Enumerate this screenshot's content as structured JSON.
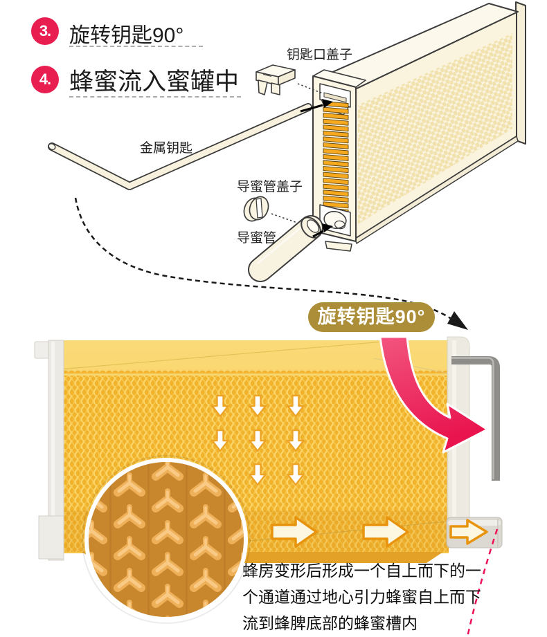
{
  "steps": [
    {
      "number": "3.",
      "label": "旋转钥匙90°"
    },
    {
      "number": "4.",
      "label": "蜂蜜流入蜜罐中"
    }
  ],
  "top_diagram": {
    "labels": {
      "key_port_cover": "钥匙口盖子",
      "metal_key": "金属钥匙",
      "honey_tube_cover": "导蜜管盖子",
      "honey_tube": "导蜜管"
    }
  },
  "callout_badge": {
    "label": "旋转钥匙90°"
  },
  "caption": {
    "lines": [
      "蜂房变形后形成一个自上而下的一",
      "个通道通过地心引力蜂蜜自上而下",
      "流到蜂脾底部的蜂蜜槽内"
    ]
  },
  "colors": {
    "step_badge_red": "#e71e4f",
    "callout_pill_gold": "#ac8d38",
    "swoosh_red": "#ed2456",
    "honeycomb_yellow": "#f1b22c",
    "line_art_outline": "#3c3c3c",
    "dashed_circle_red": "#ef1157"
  }
}
